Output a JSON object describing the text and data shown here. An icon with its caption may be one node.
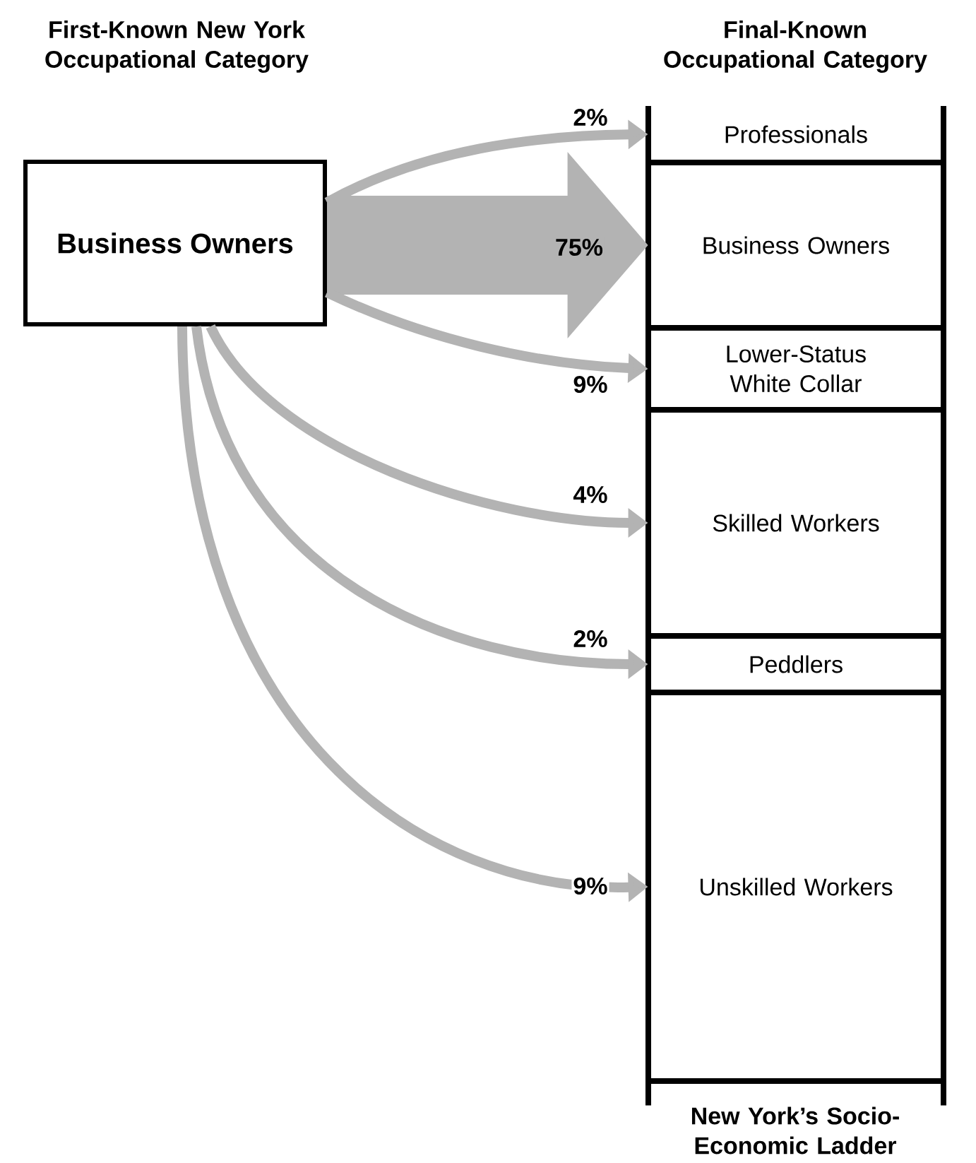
{
  "diagram": {
    "nodes": [
      {
        "text": [
          "Business Owners"
        ]
      },
      {
        "text": [
          "Professionals"
        ]
      },
      {
        "text": [
          "Business Owners"
        ]
      },
      {
        "text": [
          "Lower-Status White Collar"
        ]
      },
      {
        "text": [
          "Skilled Workers"
        ]
      },
      {
        "text": [
          "Peddlers"
        ]
      },
      {
        "text": [
          "Unskilled Workers"
        ]
      }
    ],
    "edges": [
      {
        "from": 0,
        "to": 1,
        "arrow": "to",
        "label": "2%"
      },
      {
        "from": 0,
        "to": 2,
        "arrow": "to",
        "label": "75%",
        "style": "thick"
      },
      {
        "from": 0,
        "to": 3,
        "arrow": "to",
        "label": "9%"
      },
      {
        "from": 0,
        "to": 4,
        "arrow": "to",
        "label": "4%"
      },
      {
        "from": 0,
        "to": 5,
        "arrow": "to",
        "label": "2%"
      },
      {
        "from": 0,
        "to": 6,
        "arrow": "to",
        "label": "9%"
      }
    ],
    "labels": [
      "First-Known New York Occupational Category",
      "Final-Known Occupational Category",
      "New York’s Socio-Economic Ladder"
    ]
  }
}
